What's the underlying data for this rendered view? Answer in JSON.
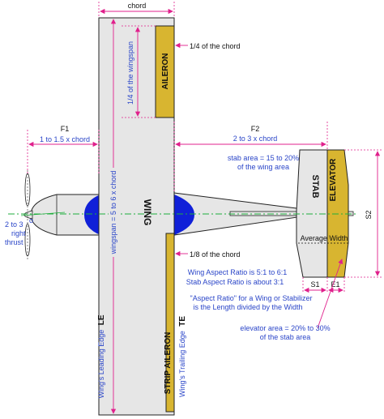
{
  "labels": {
    "chord": "chord",
    "wingspan_quarter": "1/4 of the wingspan",
    "aileron": "AILERON",
    "quarter_chord": "1/4 of the chord",
    "f1": "F1",
    "f1_value": "1 to 1.5 x chord",
    "f2": "F2",
    "f2_value": "2 to 3 x chord",
    "stab_area_1": "stab area = 15 to 20%",
    "stab_area_2": "of the wing area",
    "wingspan": "wingspan = 5 to 6 x chord",
    "wing": "WING",
    "stab": "STAB",
    "elevator": "ELEVATOR",
    "s2": "S2",
    "thrust_1": "2 to 3",
    "thrust_deg": "o",
    "thrust_2": "right",
    "thrust_3": "thrust",
    "average_width": "Average Width",
    "eighth_chord": "1/8 of the chord",
    "s1": "S1",
    "e1": "E1",
    "aspect_1": "Wing Aspect Ratio is 5:1 to 6:1",
    "aspect_2": "Stab Aspect Ratio is about 3:1",
    "aspect_def_1": "\"Aspect Ratio\" for a Wing or Stabilizer",
    "aspect_def_2": "is the Length divided by the Width",
    "elev_area_1": "elevator area = 20% to 30%",
    "elev_area_2": "of the stab area",
    "leading_edge": "Wing's Leading Edge",
    "le": "LE",
    "trailing_edge": "Wing's Trailing Edge",
    "te": "TE",
    "strip_aileron": "STRIP AILERON"
  },
  "colors": {
    "gold": "#d8b530",
    "blue_text": "#2a45c8",
    "magenta": "#e0208c",
    "green_centerline": "#1fae3c",
    "cowl_blue": "#1020d8",
    "grey_fill": "#e6e6e6",
    "outline": "#222222"
  }
}
